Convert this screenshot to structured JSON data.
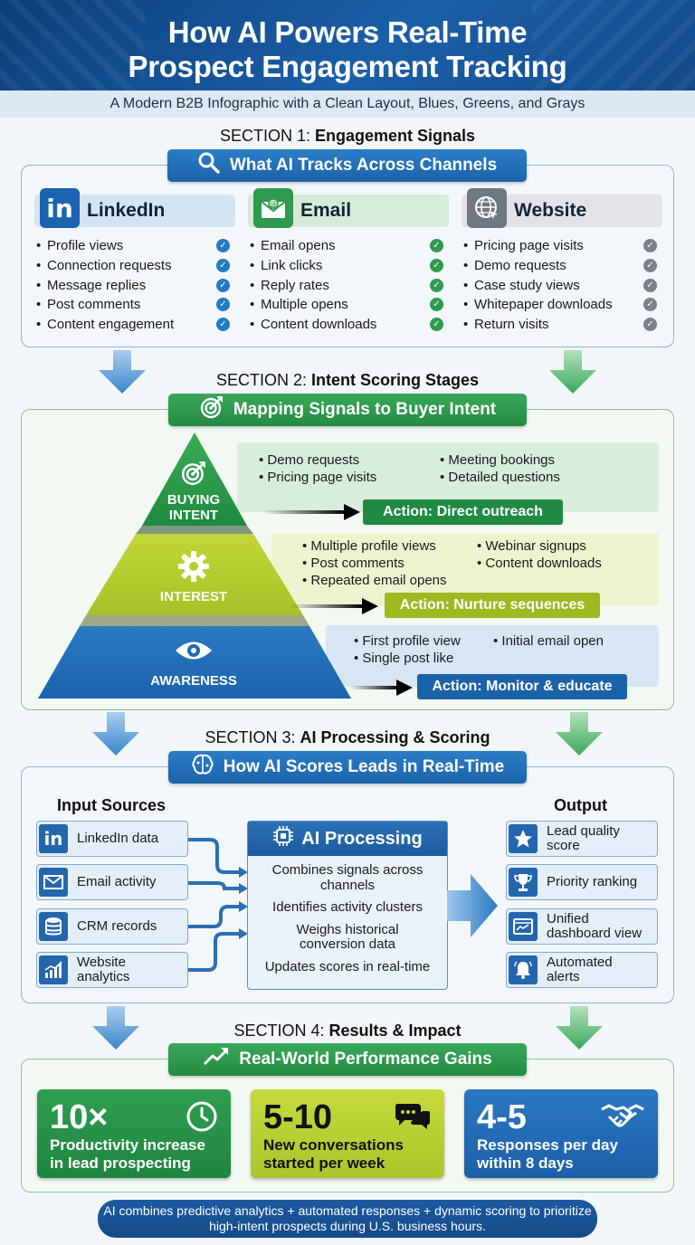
{
  "header": {
    "title": "How AI Powers Real-Time Prospect Engagement Tracking",
    "subtitle": "A Modern B2B Infographic with a Clean Layout, Blues, Greens, and Grays"
  },
  "section1": {
    "prefix": "SECTION 1: ",
    "name": "Engagement Signals",
    "banner": "What AI Tracks Across Channels",
    "channels": [
      {
        "name": "LinkedIn",
        "icon": "linkedin-icon",
        "items": [
          "Profile views",
          "Connection requests",
          "Message replies",
          "Post comments",
          "Content engagement"
        ]
      },
      {
        "name": "Email",
        "icon": "email-icon",
        "items": [
          "Email opens",
          "Link clicks",
          "Reply rates",
          "Multiple opens",
          "Content downloads"
        ]
      },
      {
        "name": "Website",
        "icon": "globe-icon",
        "items": [
          "Pricing page visits",
          "Demo requests",
          "Case study views",
          "Whitepaper downloads",
          "Return visits"
        ]
      }
    ]
  },
  "section2": {
    "prefix": "SECTION 2: ",
    "name": "Intent Scoring Stages",
    "banner": "Mapping Signals to Buyer Intent",
    "tiers": [
      {
        "label": "BUYING INTENT",
        "col1": [
          "Demo requests",
          "Pricing page visits"
        ],
        "col2": [
          "Meeting bookings",
          "Detailed questions"
        ],
        "action": "Action: Direct outreach"
      },
      {
        "label": "INTEREST",
        "col1": [
          "Multiple profile views",
          "Post comments",
          "Repeated email opens"
        ],
        "col2": [
          "Webinar signups",
          "Content downloads"
        ],
        "action": "Action: Nurture sequences"
      },
      {
        "label": "AWARENESS",
        "col1": [
          "First profile view",
          "Single post like"
        ],
        "col2": [
          "Initial email open"
        ],
        "action": "Action: Monitor & educate"
      }
    ]
  },
  "section3": {
    "prefix": "SECTION 3: ",
    "name": "AI Processing & Scoring",
    "banner": "How AI Scores Leads in Real-Time",
    "inputs_title": "Input Sources",
    "inputs": [
      "LinkedIn data",
      "Email activity",
      "CRM records",
      "Website analytics"
    ],
    "processing_title": "AI Processing",
    "processing": [
      "Combines signals across channels",
      "Identifies activity clusters",
      "Weighs historical conversion data",
      "Updates scores in real-time"
    ],
    "output_title": "Output",
    "outputs": [
      "Lead quality score",
      "Priority ranking",
      "Unified dashboard view",
      "Automated alerts"
    ]
  },
  "section4": {
    "prefix": "SECTION 4: ",
    "name": "Results & Impact",
    "banner": "Real-World Performance Gains",
    "stats": [
      {
        "value": "10×",
        "label": "Productivity increase in lead prospecting",
        "icon": "clock-icon"
      },
      {
        "value": "5-10",
        "label": "New conversations started per week",
        "icon": "chat-icon"
      },
      {
        "value": "4-5",
        "label": "Responses per day within 8 days",
        "icon": "handshake-icon"
      }
    ]
  },
  "footer": "AI combines predictive analytics + automated responses + dynamic scoring to prioritize high-intent prospects during U.S. business hours.",
  "colors": {
    "blue": "#1c64ab",
    "green": "#238a43",
    "lime": "#a6c628",
    "gray": "#7a8189"
  }
}
